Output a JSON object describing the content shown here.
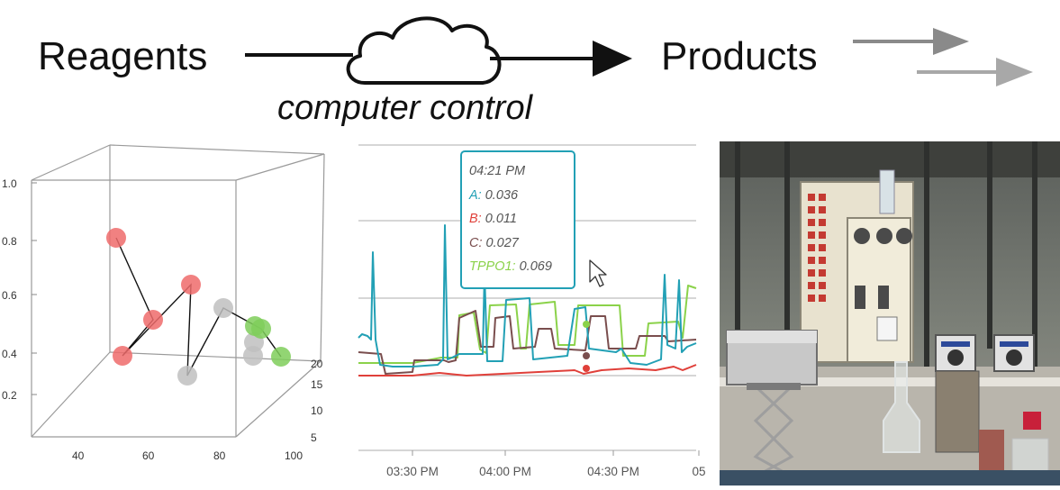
{
  "header": {
    "reagents": "Reagents",
    "products": "Products",
    "caption": "computer control"
  },
  "colors": {
    "teal": "#22a0b5",
    "red": "#e0403a",
    "brown": "#7a4e4e",
    "green": "#8bd24a",
    "grey_arrow": "#8a8a8a"
  },
  "chart_data": [
    {
      "type": "scatter",
      "projection": "3d",
      "y_ticks": [
        "0.2",
        "0.4",
        "0.6",
        "0.8",
        "1.0"
      ],
      "x_ticks": [
        "40",
        "60",
        "80",
        "100"
      ],
      "z_ticks": [
        "5",
        "10",
        "15",
        "20"
      ],
      "point_colors": [
        "#ef6b6b",
        "#ef6b6b",
        "#ef6b6b",
        "#ef6b6b",
        "#c0c0c0",
        "#c0c0c0",
        "#c0c0c0",
        "#c0c0c0",
        "#7fce5b",
        "#7fce5b",
        "#7fce5b"
      ]
    },
    {
      "type": "line",
      "x_tick_labels": [
        "03:30 PM",
        "04:00 PM",
        "04:30 PM",
        "05"
      ],
      "series": [
        {
          "name": "A",
          "color": "#22a0b5"
        },
        {
          "name": "B",
          "color": "#e0403a"
        },
        {
          "name": "C",
          "color": "#7a4e4e"
        },
        {
          "name": "TPPO1",
          "color": "#8bd24a"
        }
      ],
      "tooltip": {
        "time": "04:21 PM",
        "rows": [
          {
            "label": "A:",
            "value": "0.036"
          },
          {
            "label": "B:",
            "value": "0.011"
          },
          {
            "label": "C:",
            "value": "0.027"
          },
          {
            "label": "TPPO1:",
            "value": "0.069"
          }
        ]
      }
    }
  ]
}
